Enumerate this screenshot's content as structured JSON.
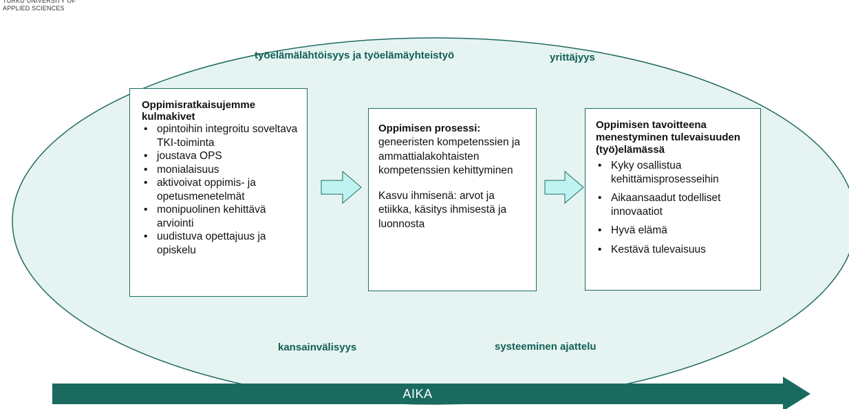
{
  "header": {
    "logo_text": "TURKU UNIVERSITY OF\nAPPLIED SCIENCES"
  },
  "themes": {
    "worklife": "työelämälähtöisyys ja työelämäyhteistyö",
    "entrepreneurship": "yrittäjyys",
    "internationality": "kansainvälisyys",
    "systems_thinking": "systeeminen ajattelu"
  },
  "cornerstones": {
    "title": "Oppimisratkaisujemme kulmakivet",
    "items": [
      "opintoihin integroitu soveltava TKI-toiminta",
      "joustava OPS",
      "monialaisuus",
      "aktivoivat oppimis- ja opetusmenetelmät",
      "monipuolinen kehittävä arviointi",
      "uudistuva opettajuus ja opiskelu"
    ]
  },
  "process": {
    "title": "Oppimisen prosessi:",
    "text": "geneeristen kompetenssien ja ammattialakohtaisten kompetenssien kehittyminen",
    "growth": "Kasvu ihmisenä: arvot ja etiikka, käsitys ihmisestä ja luonnosta"
  },
  "goal": {
    "title": "Oppimisen tavoitteena menestyminen tulevaisuuden (työ)elämässä",
    "items": [
      "Kyky osallistua kehittämisprosesseihin",
      "Aikaansaadut todelliset innovaatiot",
      "Hyvä elämä",
      "Kestävä tulevaisuus"
    ]
  },
  "timeline": {
    "label": "AIKA"
  },
  "colors": {
    "ellipse_fill": "#e6f4f1",
    "ellipse_stroke": "#1f6a60",
    "theme_text": "#125f55",
    "box_border": "#1c6b62",
    "arrow_fill": "#bff3f1",
    "arrow_stroke": "#1c6b62",
    "timeline": "#1a6a60"
  }
}
